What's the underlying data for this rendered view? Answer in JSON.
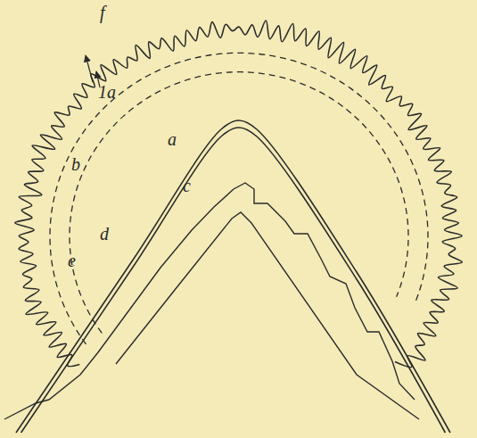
{
  "diagram": {
    "labels": [
      "f",
      "1a",
      "a",
      "b",
      "c",
      "d",
      "e"
    ]
  }
}
